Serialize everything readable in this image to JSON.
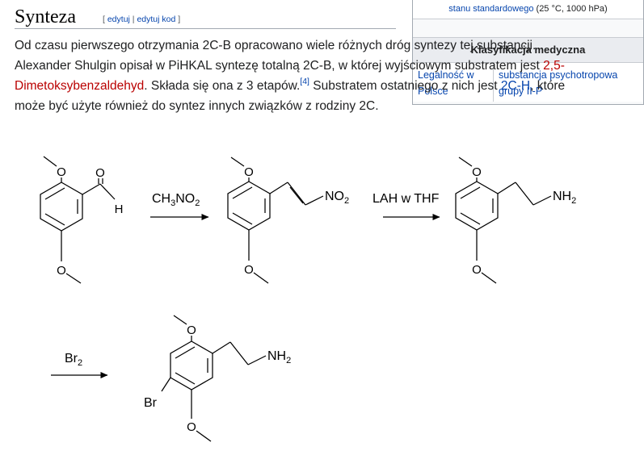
{
  "section": {
    "title": "Synteza",
    "edit_open": "[ ",
    "edit_label": "edytuj",
    "edit_sep": " | ",
    "edit_code_label": "edytuj kod",
    "edit_close": " ]"
  },
  "paragraph": {
    "t1": "Od czasu pierwszego otrzymania 2C-B opracowano wiele różnych dróg syntezy tej substancji. Alexander Shulgin opisał w PiHKAL syntezę totalną 2C-B, w której wyjściowym substratem jest ",
    "link1": "2,5-Dimetoksybenzaldehyd",
    "t2": ". Składa się ona z 3 etapów.",
    "ref": "[4]",
    "t3": " Substratem ostatniego z nich jest ",
    "link2": "2C-H",
    "t4": ", które może być użyte również do syntez innych związków z rodziny 2C."
  },
  "infobox": {
    "units_link": "stanu standardowego",
    "units_text": " (25 °C, 1000 hPa)",
    "header": "Klasyfikacja medyczna",
    "row_label": "Legalność w Polsce",
    "row_value": "substancja psychotropowa grupy II-P"
  },
  "scheme": {
    "mol1_o_top": "O",
    "mol1_o_bottom": "O",
    "mol1_o_aldehyde": "O",
    "mol1_h": "H",
    "reagent1_main": "CH",
    "reagent1_sub1": "3",
    "reagent1_mid": "NO",
    "reagent1_sub2": "2",
    "mol2_o_top": "O",
    "mol2_o_bottom": "O",
    "mol2_group": "NO",
    "mol2_group_sub": "2",
    "reagent2": "LAH w THF",
    "mol3_o_top": "O",
    "mol3_o_bottom": "O",
    "mol3_group": "NH",
    "mol3_group_sub": "2",
    "reagent3_main": "Br",
    "reagent3_sub": "2",
    "mol4_o_top": "O",
    "mol4_o_bottom": "O",
    "mol4_group": "NH",
    "mol4_group_sub": "2",
    "mol4_br": "Br"
  }
}
